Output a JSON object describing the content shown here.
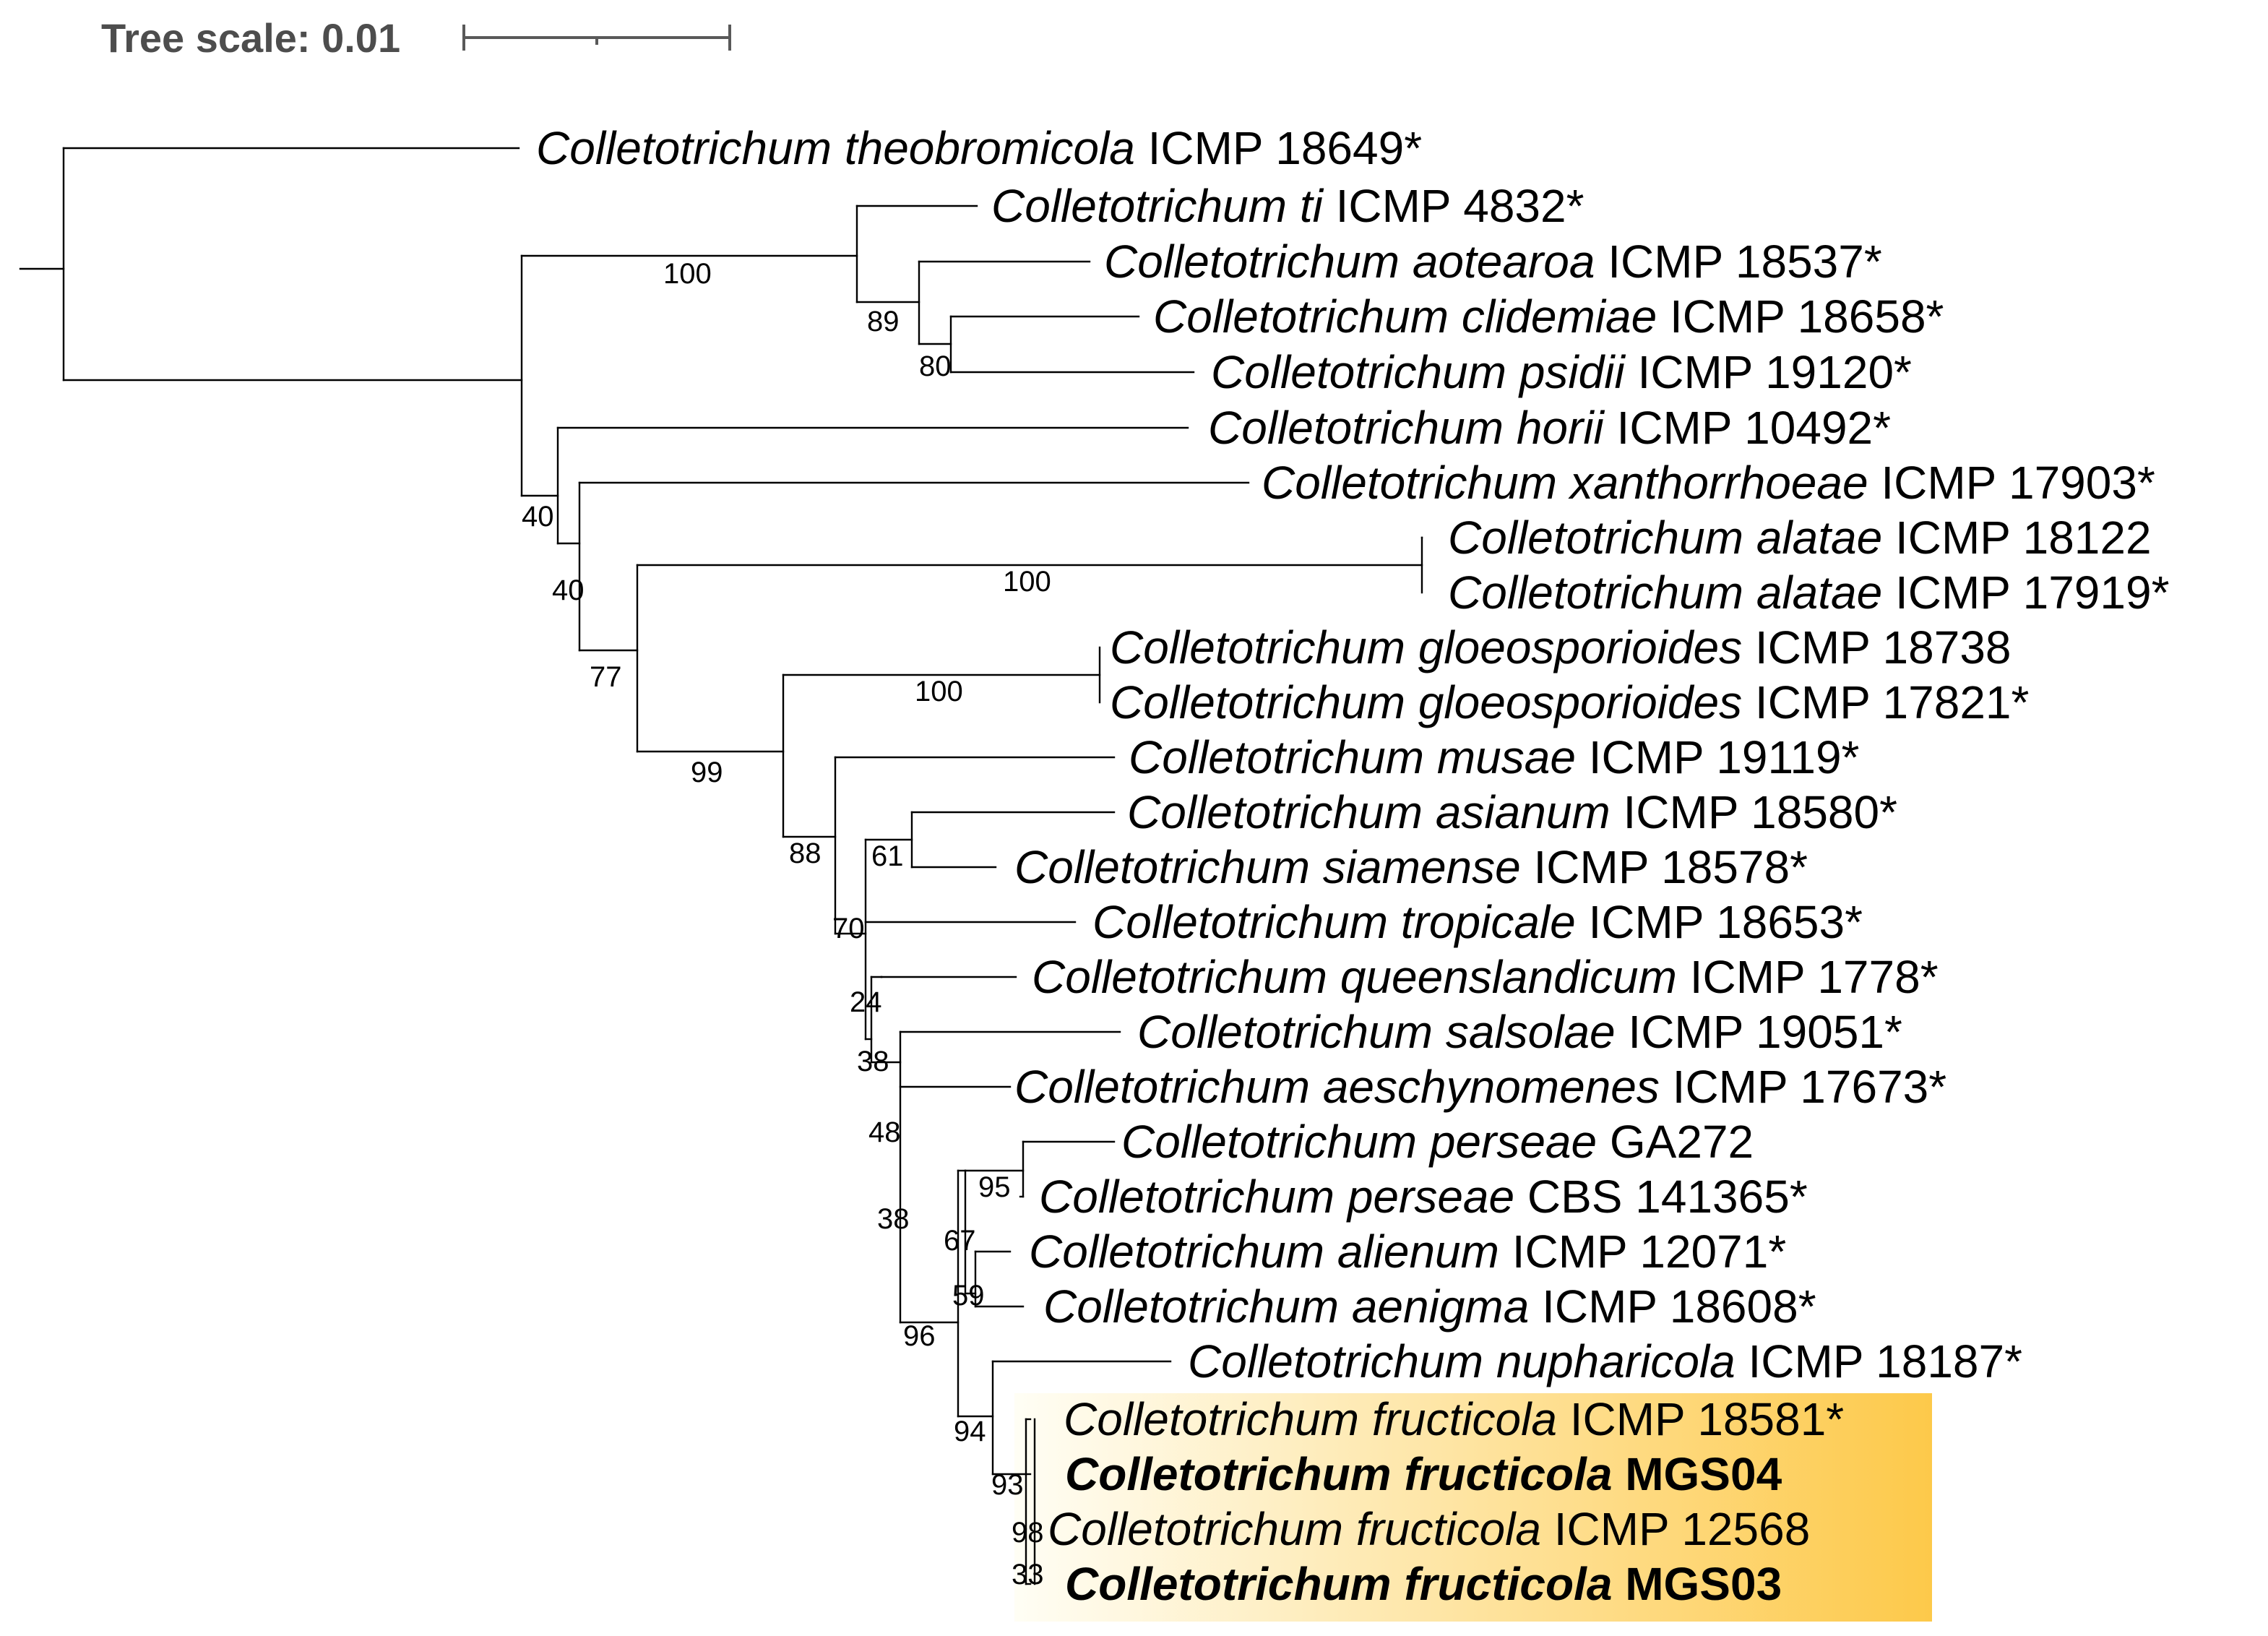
{
  "tree_scale": {
    "label": "Tree scale: 0.01"
  },
  "highlight": {
    "color_start": "#fffef5",
    "color_end": "#fdc94a"
  },
  "taxa": [
    {
      "genus": "Colletotrichum",
      "species": "theobromicola",
      "strain": "ICMP 18649*",
      "bold": false
    },
    {
      "genus": "Colletotrichum",
      "species": "ti",
      "strain": "ICMP 4832*",
      "bold": false
    },
    {
      "genus": "Colletotrichum",
      "species": "aotearoa",
      "strain": "ICMP 18537*",
      "bold": false
    },
    {
      "genus": "Colletotrichum",
      "species": "clidemiae",
      "strain": "ICMP 18658*",
      "bold": false
    },
    {
      "genus": "Colletotrichum",
      "species": "psidii",
      "strain": "ICMP 19120*",
      "bold": false
    },
    {
      "genus": "Colletotrichum",
      "species": "horii",
      "strain": "ICMP 10492*",
      "bold": false
    },
    {
      "genus": "Colletotrichum",
      "species": "xanthorrhoeae",
      "strain": "ICMP 17903*",
      "bold": false
    },
    {
      "genus": "Colletotrichum",
      "species": "alatae",
      "strain": "ICMP 18122",
      "bold": false
    },
    {
      "genus": "Colletotrichum",
      "species": "alatae",
      "strain": "ICMP 17919*",
      "bold": false
    },
    {
      "genus": "Colletotrichum",
      "species": "gloeosporioides",
      "strain": "ICMP 18738",
      "bold": false
    },
    {
      "genus": "Colletotrichum",
      "species": "gloeosporioides",
      "strain": "ICMP 17821*",
      "bold": false
    },
    {
      "genus": "Colletotrichum",
      "species": "musae",
      "strain": "ICMP 19119*",
      "bold": false
    },
    {
      "genus": "Colletotrichum",
      "species": "asianum",
      "strain": "ICMP 18580*",
      "bold": false
    },
    {
      "genus": "Colletotrichum",
      "species": "siamense",
      "strain": "ICMP 18578*",
      "bold": false
    },
    {
      "genus": "Colletotrichum",
      "species": "tropicale",
      "strain": "ICMP 18653*",
      "bold": false
    },
    {
      "genus": "Colletotrichum",
      "species": "queenslandicum",
      "strain": "ICMP 1778*",
      "bold": false
    },
    {
      "genus": "Colletotrichum",
      "species": "salsolae",
      "strain": "ICMP 19051*",
      "bold": false
    },
    {
      "genus": "Colletotrichum",
      "species": "aeschynomenes",
      "strain": "ICMP 17673*",
      "bold": false
    },
    {
      "genus": "Colletotrichum",
      "species": "perseae",
      "strain": "GA272",
      "bold": false
    },
    {
      "genus": "Colletotrichum",
      "species": "perseae",
      "strain": "CBS 141365*",
      "bold": false
    },
    {
      "genus": "Colletotrichum",
      "species": "alienum",
      "strain": "ICMP 12071*",
      "bold": false
    },
    {
      "genus": "Colletotrichum",
      "species": "aenigma",
      "strain": "ICMP 18608*",
      "bold": false
    },
    {
      "genus": "Colletotrichum",
      "species": "nupharicola",
      "strain": "ICMP 18187*",
      "bold": false
    },
    {
      "genus": "Colletotrichum",
      "species": "fructicola",
      "strain": "ICMP 18581*",
      "bold": false
    },
    {
      "genus": "Colletotrichum",
      "species": "fructicola",
      "strain": "MGS04",
      "bold": true
    },
    {
      "genus": "Colletotrichum",
      "species": "fructicola",
      "strain": "ICMP 12568",
      "bold": false
    },
    {
      "genus": "Colletotrichum",
      "species": "fructicola",
      "strain": "MGS03",
      "bold": true
    }
  ],
  "support_values": [
    "100",
    "89",
    "80",
    "40",
    "40",
    "100",
    "77",
    "100",
    "99",
    "88",
    "61",
    "70",
    "24",
    "38",
    "48",
    "38",
    "95",
    "67",
    "59",
    "96",
    "94",
    "93",
    "98",
    "33"
  ]
}
